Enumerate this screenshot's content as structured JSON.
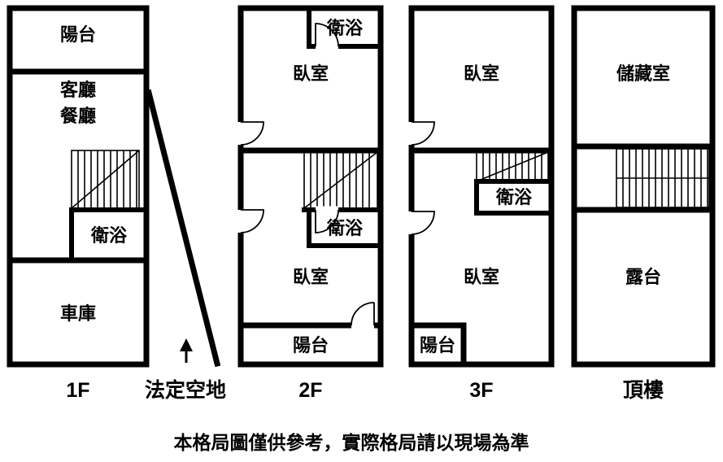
{
  "colors": {
    "background": "#ffffff",
    "line": "#000000"
  },
  "floors": {
    "f1": {
      "label": "1F",
      "rooms": {
        "balcony": "陽台",
        "living": "客廳",
        "dining": "餐廳",
        "bathroom": "衛浴",
        "garage": "車庫"
      }
    },
    "f2": {
      "label": "2F",
      "rooms": {
        "bathroom_top": "衛浴",
        "bedroom_top": "臥室",
        "bathroom_mid": "衛浴",
        "bedroom_bottom": "臥室",
        "balcony": "陽台"
      }
    },
    "f3": {
      "label": "3F",
      "rooms": {
        "bedroom_top": "臥室",
        "bathroom": "衛浴",
        "bedroom_bottom": "臥室",
        "balcony": "陽台"
      }
    },
    "roof": {
      "label": "頂樓",
      "rooms": {
        "storage": "儲藏室",
        "terrace": "露台"
      }
    }
  },
  "annotations": {
    "legal_open_space": "法定空地"
  },
  "caption": "本格局圖僅供參考，實際格局請以現場為準"
}
